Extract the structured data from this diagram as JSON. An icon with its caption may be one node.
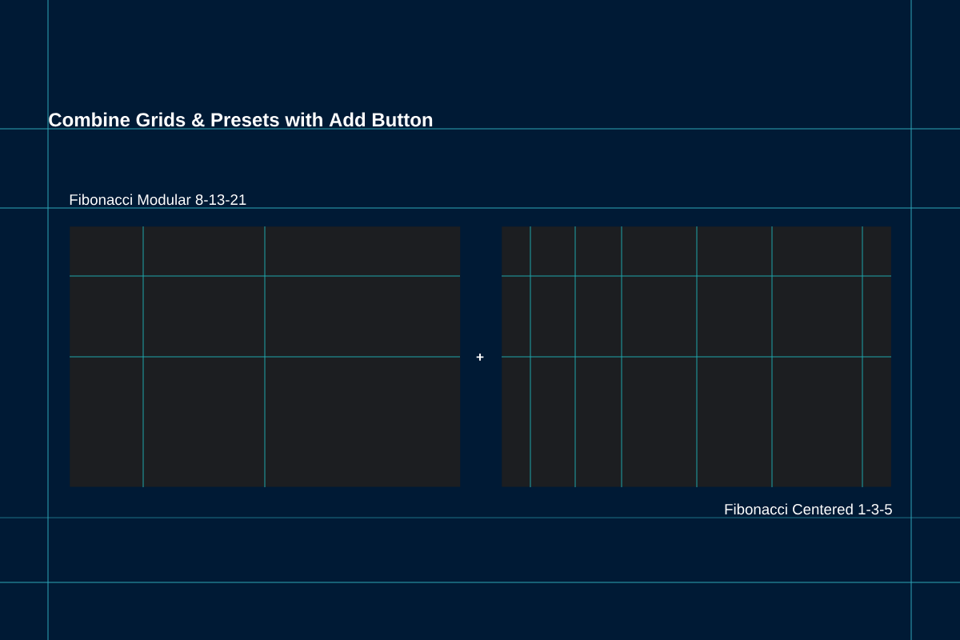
{
  "diagram": {
    "title": "Combine Grids & Presets with Add Button",
    "nodes": [
      {
        "text": [
          "Fibonacci Modular 8-13-21"
        ]
      },
      {
        "text": [
          "Fibonacci Centered 1-3-5"
        ]
      }
    ],
    "labels": [
      "+"
    ]
  }
}
